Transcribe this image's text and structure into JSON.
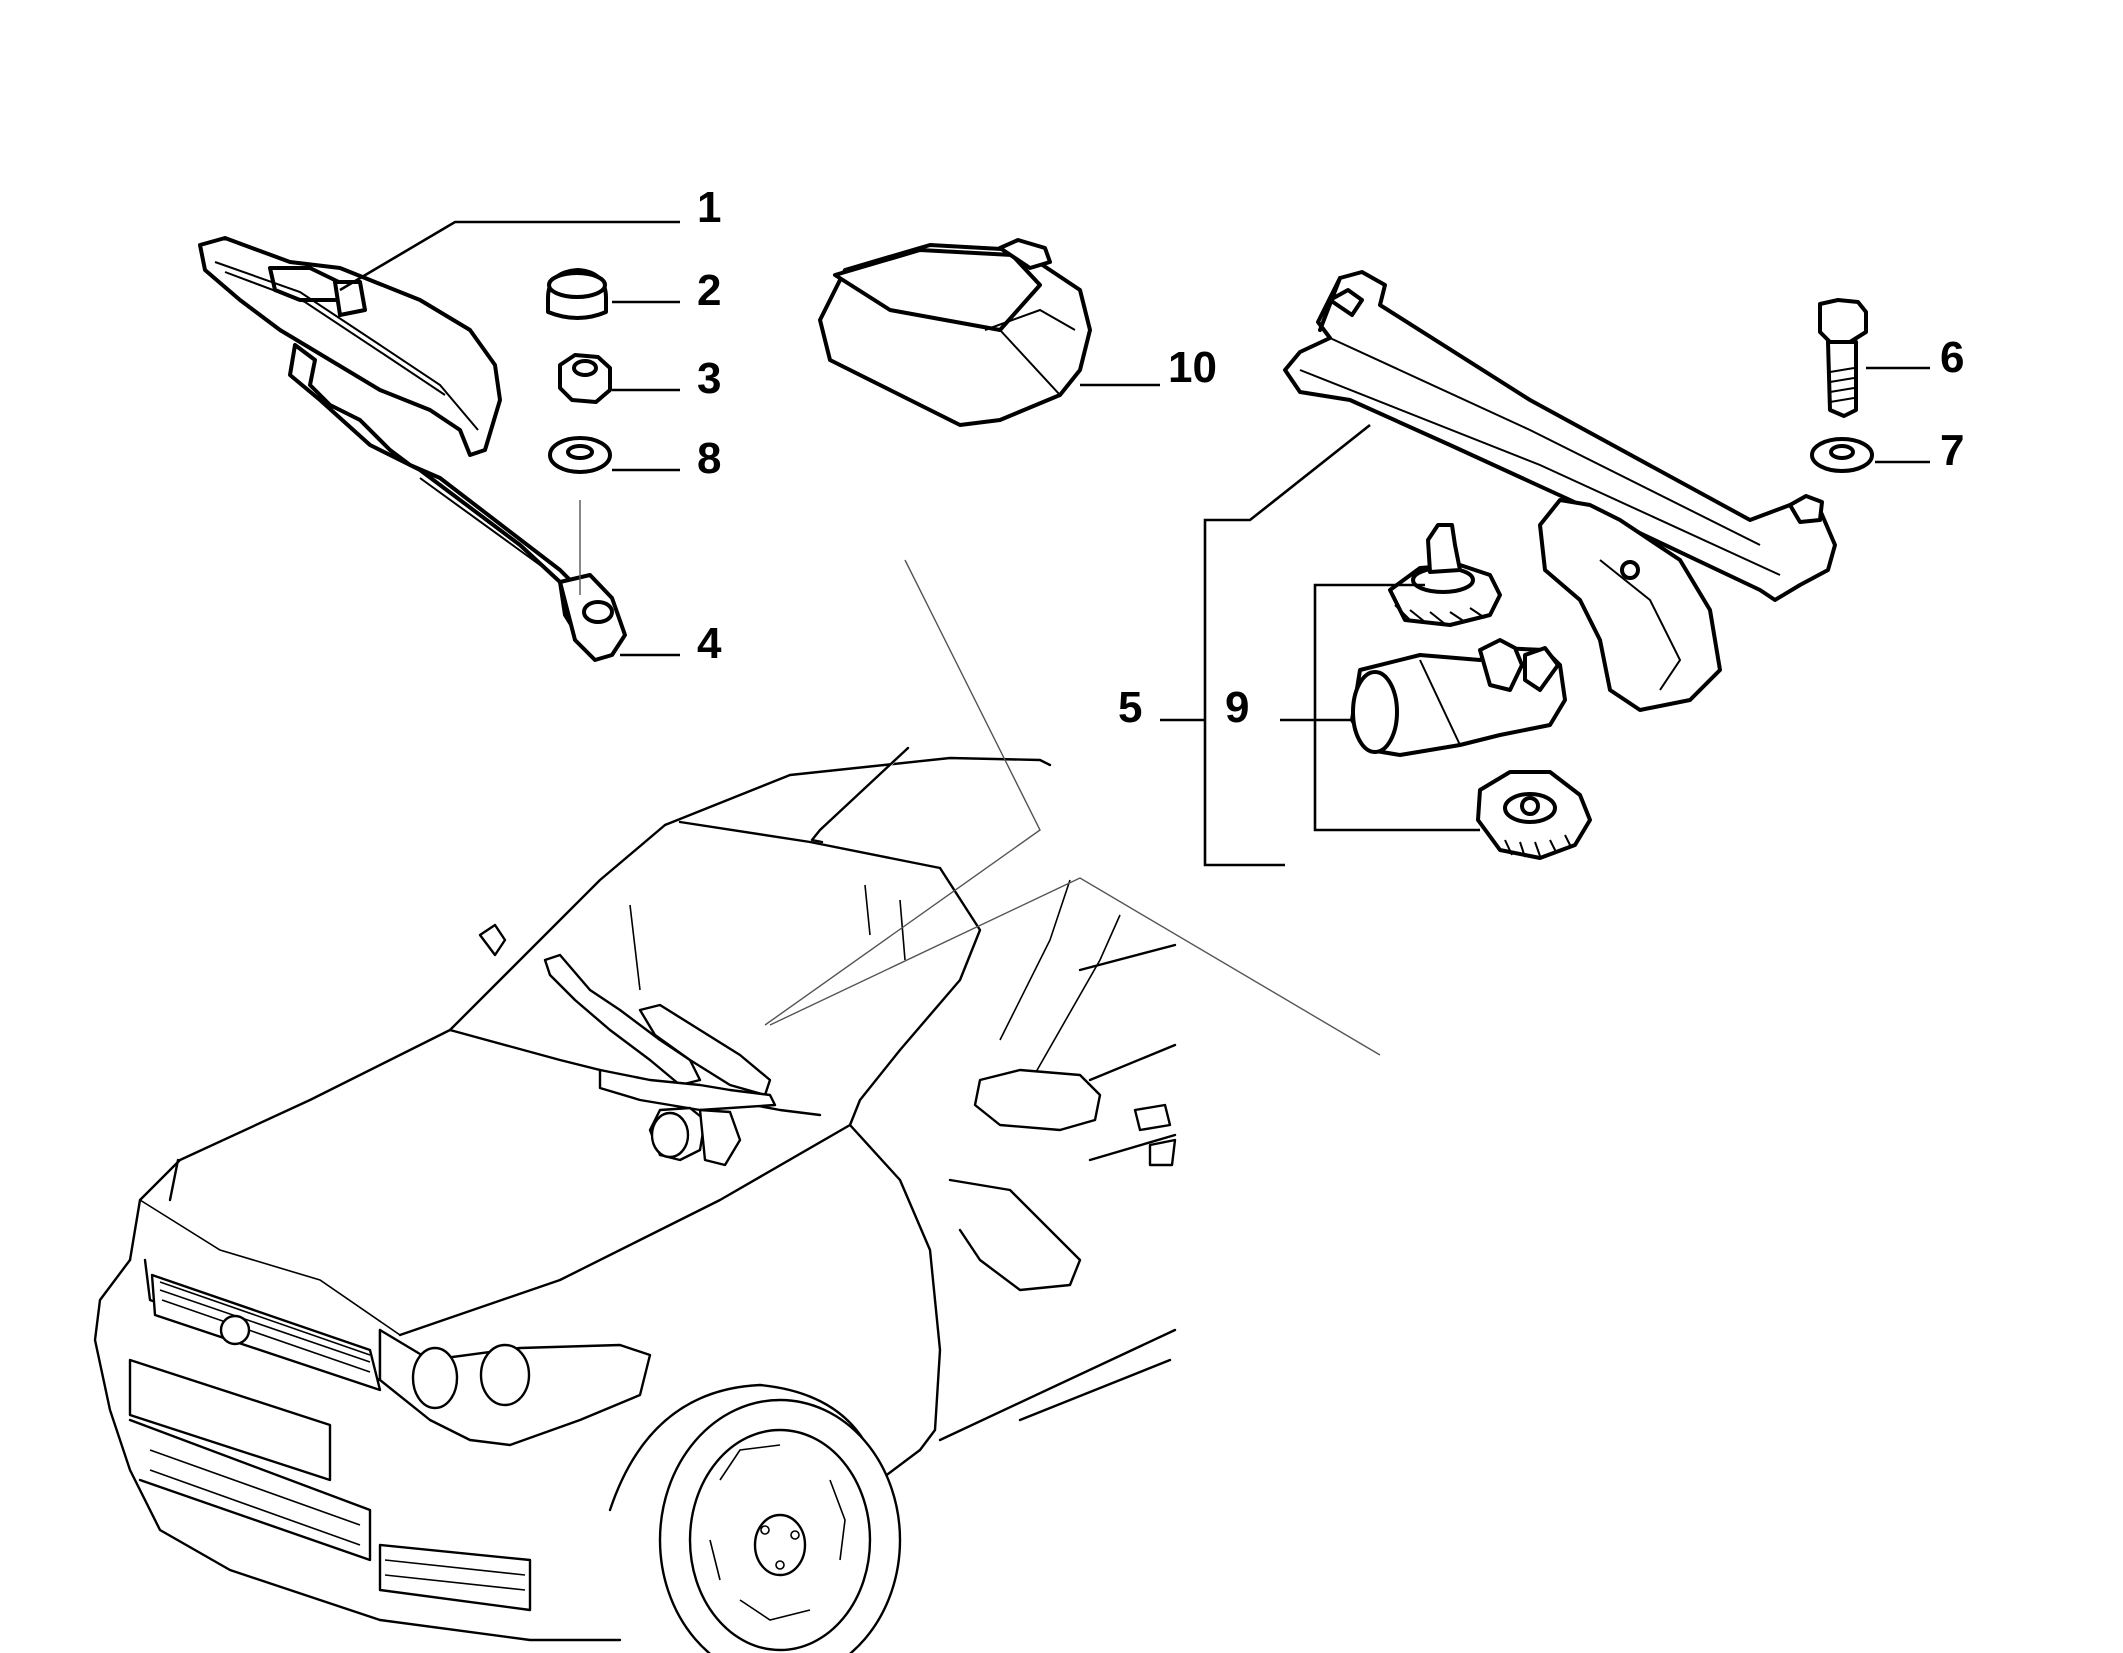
{
  "diagram": {
    "callouts": [
      {
        "id": "1",
        "text": "1"
      },
      {
        "id": "2",
        "text": "2"
      },
      {
        "id": "3",
        "text": "3"
      },
      {
        "id": "8",
        "text": "8"
      },
      {
        "id": "4",
        "text": "4"
      },
      {
        "id": "10",
        "text": "10"
      },
      {
        "id": "6",
        "text": "6"
      },
      {
        "id": "7",
        "text": "7"
      },
      {
        "id": "5",
        "text": "5"
      },
      {
        "id": "9",
        "text": "9"
      }
    ],
    "colors": {
      "line": "#000000",
      "background": "#ffffff",
      "pointer": "#555555"
    }
  }
}
